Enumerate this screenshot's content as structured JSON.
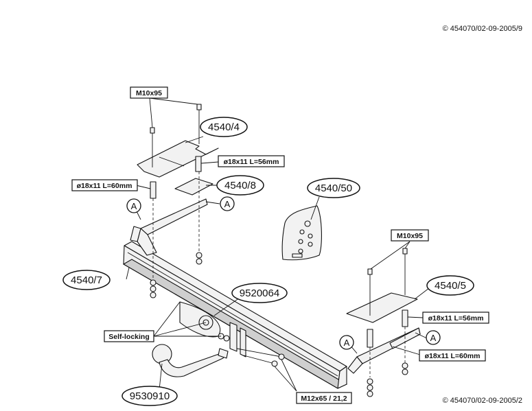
{
  "copyright_top": "© 454070/02-09-2005/9",
  "copyright_bottom": "© 454070/02-09-2005/2",
  "labels": {
    "bolt_left": "M10x95",
    "bolt_right": "M10x95",
    "plate_top_left": "4540/4",
    "spacer_upper_left": "ø18x11 L=56mm",
    "spacer_lower_left": "ø18x11 L=60mm",
    "plate_small_left": "4540/8",
    "kit_bag": "4540/50",
    "bracket_left": "4540/7",
    "socket_plate": "9520064",
    "plate_right": "4540/5",
    "spacer_upper_right": "ø18x11 L=56mm",
    "spacer_lower_right": "ø18x11 L=60mm",
    "self_locking": "Self-locking",
    "tow_ball": "9530910",
    "bolt_bottom": "M12x65 / 21,2",
    "detail_a": "A"
  }
}
